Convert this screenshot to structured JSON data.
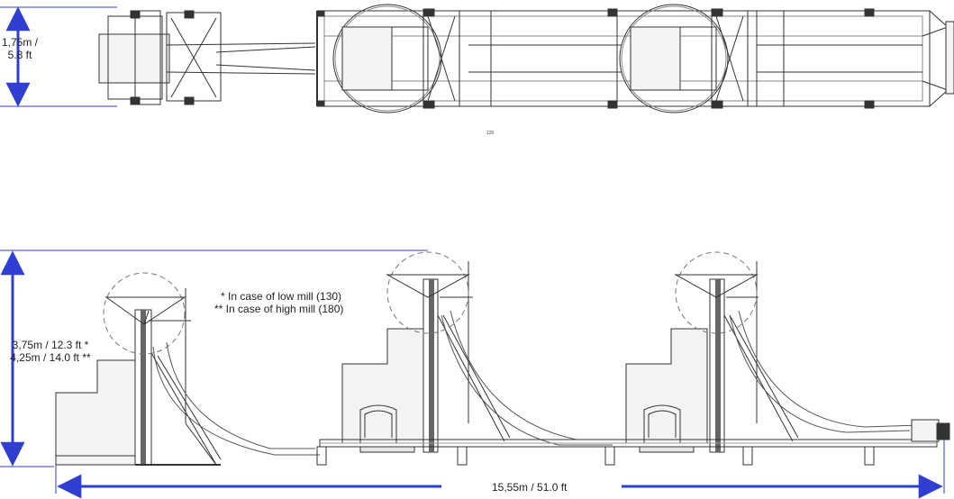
{
  "top_view": {
    "width_dimension": [
      "1,75m /",
      "5.8 ft"
    ],
    "scale_note": "120"
  },
  "side_view": {
    "height_dimension": [
      "3,75m / 12.3 ft *",
      "4,25m / 14.0 ft **"
    ],
    "notes": [
      "* In case of low mill (130)",
      "** In case of high mill (180)"
    ],
    "length_dimension": "15,55m / 51.0 ft"
  },
  "colors": {
    "dimension": "#2f3fd1",
    "line": "#333333",
    "light_line": "#8a8a8a",
    "dashed_circle": "#777777"
  }
}
